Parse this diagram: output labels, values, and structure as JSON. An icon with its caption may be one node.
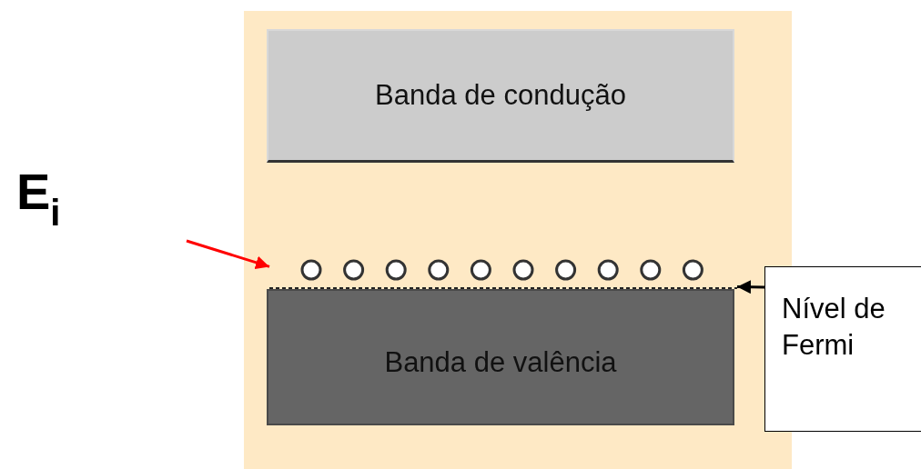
{
  "diagram": {
    "nodes": [
      {
        "text": [],
        "shape": "box"
      },
      {
        "text": [
          "Banda de condução"
        ],
        "in": 0
      },
      {
        "text": [],
        "shape": "line",
        "in": 0
      },
      {
        "text": [
          "Banda de valência"
        ],
        "in": 0
      },
      {
        "text": [
          "Nível de Fermi"
        ]
      }
    ],
    "edges": [
      {
        "from": null,
        "to": 2,
        "arrow": "to",
        "color": "#ff0000"
      },
      {
        "from": 4,
        "to": 2,
        "arrow": "to",
        "color": "#000000"
      }
    ],
    "labels": [
      "E$_{i}$"
    ]
  }
}
